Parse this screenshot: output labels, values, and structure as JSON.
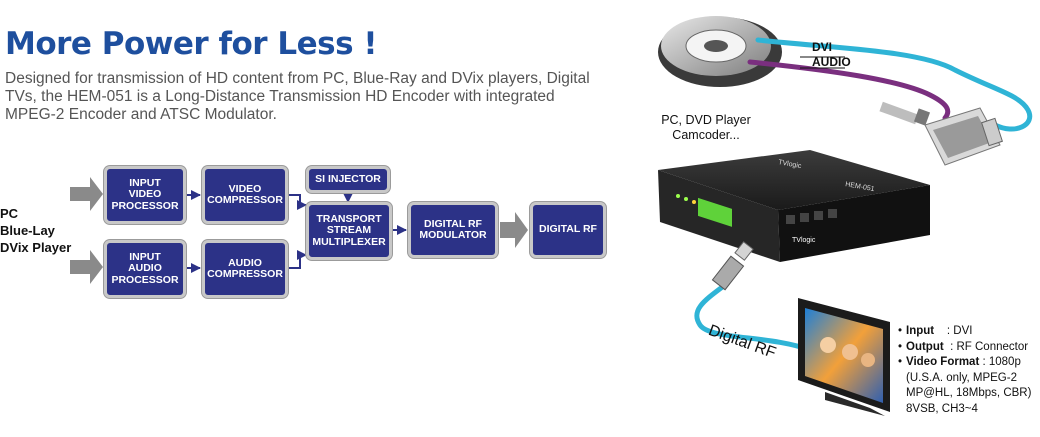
{
  "header": {
    "title": "More Power for Less !",
    "description": "Designed for transmission of HD content from PC, Blue-Ray and DVix players, Digital TVs, the HEM-051 is a Long-Distance Transmission HD Encoder with integrated MPEG-2 Encoder and ATSC Modulator."
  },
  "diagram": {
    "source_lines": [
      "PC",
      "Blue-Lay",
      "DVix Player"
    ],
    "blocks": {
      "input_video": "INPUT\nVIDEO\nPROCESSOR",
      "video_compressor": "VIDEO\nCOMPRESSOR",
      "input_audio": "INPUT\nAUDIO\nPROCESSOR",
      "audio_compressor": "AUDIO\nCOMPRESSOR",
      "si_injector": "SI INJECTOR",
      "mux": "TRANSPORT\nSTREAM\nMULTIPLEXER",
      "modulator": "DIGITAL RF\nMODULATOR",
      "digital_rf": "DIGITAL RF"
    }
  },
  "scene": {
    "cable_dvi": "DVI",
    "cable_audio": "AUDIO",
    "source_caption": [
      "PC, DVD Player",
      "Camcoder..."
    ],
    "rf_label": "Digital RF",
    "device_brand": "TVlogic",
    "device_model": "HEM-051",
    "colors": {
      "dvi_cable": "#2fb4d6",
      "audio_cable": "#7a2f7f",
      "block_fill": "#2c3287",
      "title": "#1e4f9e"
    },
    "specs": [
      {
        "key": "Input",
        "sep": "    : ",
        "value": "DVI"
      },
      {
        "key": "Output",
        "sep": "  : ",
        "value": "RF Connector"
      },
      {
        "key": "Video Format",
        "sep": " : ",
        "value": "1080p"
      }
    ],
    "spec_continuation": [
      "(U.S.A. only, MPEG-2",
      "MP@HL, 18Mbps, CBR)",
      "8VSB, CH3~4"
    ]
  }
}
